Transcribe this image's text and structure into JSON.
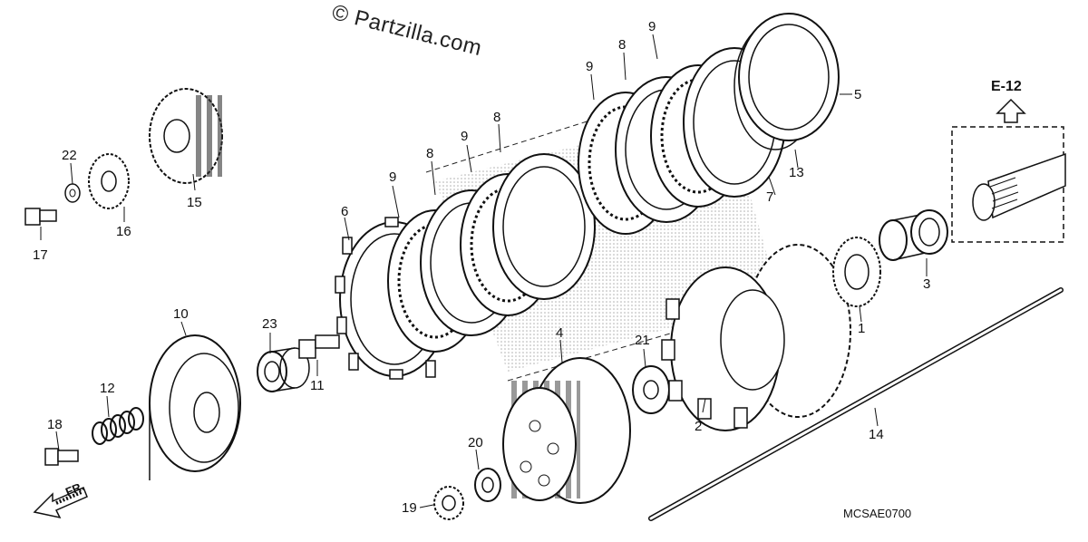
{
  "watermark": "© Partzilla.com",
  "reference": "E-12",
  "diagram_code": "MCSAE0700",
  "front_arrow": "FR.",
  "callouts": [
    {
      "id": "c1",
      "label": "1"
    },
    {
      "id": "c2",
      "label": "2"
    },
    {
      "id": "c3",
      "label": "3"
    },
    {
      "id": "c4",
      "label": "4"
    },
    {
      "id": "c5",
      "label": "5"
    },
    {
      "id": "c6",
      "label": "6"
    },
    {
      "id": "c7",
      "label": "7"
    },
    {
      "id": "c8a",
      "label": "8"
    },
    {
      "id": "c8b",
      "label": "8"
    },
    {
      "id": "c8c",
      "label": "8"
    },
    {
      "id": "c9a",
      "label": "9"
    },
    {
      "id": "c9b",
      "label": "9"
    },
    {
      "id": "c9c",
      "label": "9"
    },
    {
      "id": "c9d",
      "label": "9"
    },
    {
      "id": "c10",
      "label": "10"
    },
    {
      "id": "c11",
      "label": "11"
    },
    {
      "id": "c12",
      "label": "12"
    },
    {
      "id": "c13",
      "label": "13"
    },
    {
      "id": "c14",
      "label": "14"
    },
    {
      "id": "c15",
      "label": "15"
    },
    {
      "id": "c16",
      "label": "16"
    },
    {
      "id": "c17",
      "label": "17"
    },
    {
      "id": "c18",
      "label": "18"
    },
    {
      "id": "c19",
      "label": "19"
    },
    {
      "id": "c20",
      "label": "20"
    },
    {
      "id": "c21",
      "label": "21"
    },
    {
      "id": "c22",
      "label": "22"
    },
    {
      "id": "c23",
      "label": "23"
    }
  ]
}
